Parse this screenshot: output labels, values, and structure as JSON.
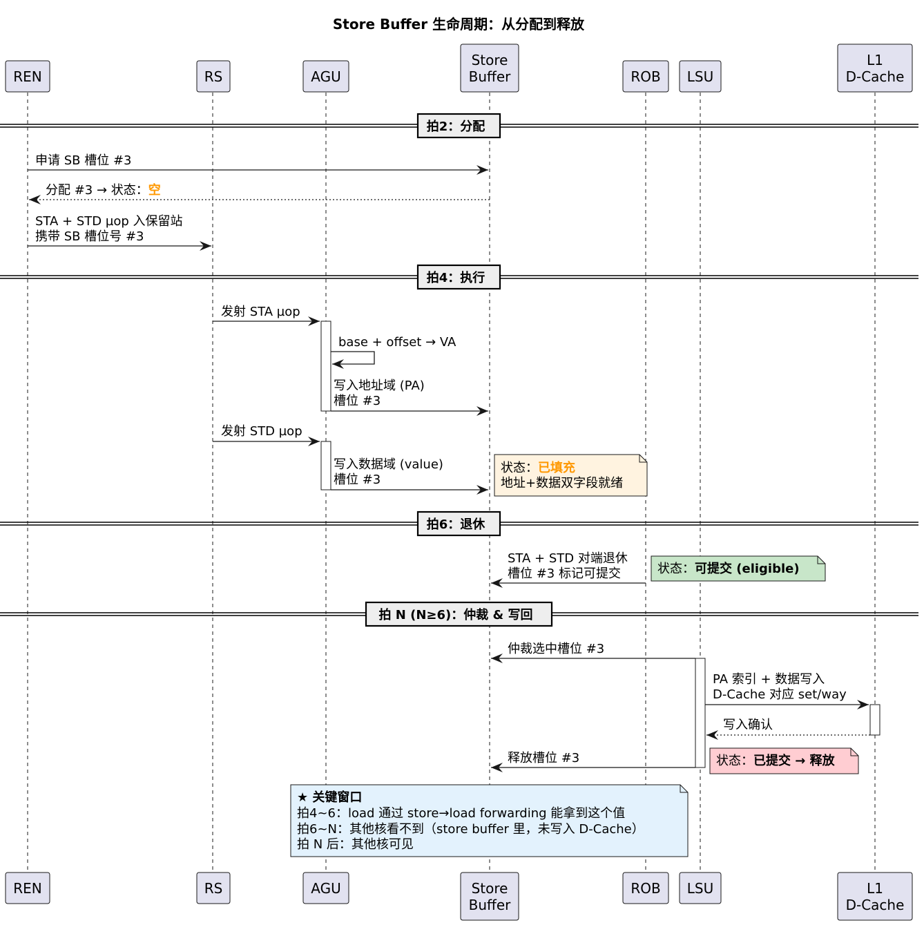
{
  "diagram": {
    "title": "Store Buffer 生命周期：从分配到释放",
    "participants": [
      {
        "id": "ren",
        "label_lines": [
          "REN"
        ]
      },
      {
        "id": "rs",
        "label_lines": [
          "RS"
        ]
      },
      {
        "id": "agu",
        "label_lines": [
          "AGU"
        ]
      },
      {
        "id": "sb",
        "label_lines": [
          "Store",
          "Buffer"
        ]
      },
      {
        "id": "rob",
        "label_lines": [
          "ROB"
        ]
      },
      {
        "id": "lsu",
        "label_lines": [
          "LSU"
        ]
      },
      {
        "id": "l1",
        "label_lines": [
          "L1",
          "D-Cache"
        ]
      }
    ],
    "dividers": [
      {
        "label": "拍2：分配"
      },
      {
        "label": "拍4：执行"
      },
      {
        "label": "拍6：退休"
      },
      {
        "label": "拍 N (N≥6)：仲裁 & 写回"
      }
    ],
    "messages": [
      {
        "from": "ren",
        "to": "sb",
        "style": "solid",
        "text_lines": [
          "申请 SB 槽位 #3"
        ]
      },
      {
        "from": "sb",
        "to": "ren",
        "style": "dotted",
        "text_prefix": "分配 #3 → 状态：",
        "text_highlight": "空",
        "highlight_color": "#FF9800"
      },
      {
        "from": "ren",
        "to": "rs",
        "style": "solid",
        "text_lines": [
          "STA + STD µop 入保留站",
          "携带 SB 槽位号 #3"
        ]
      },
      {
        "from": "rs",
        "to": "agu",
        "style": "solid",
        "text_lines": [
          "发射 STA µop"
        ]
      },
      {
        "from": "agu",
        "to": "agu",
        "style": "self",
        "text_lines": [
          "base + offset → VA"
        ]
      },
      {
        "from": "agu",
        "to": "sb",
        "style": "solid",
        "text_lines": [
          "写入地址域 (PA)",
          "槽位 #3"
        ]
      },
      {
        "from": "rs",
        "to": "agu",
        "style": "solid",
        "text_lines": [
          "发射 STD µop"
        ]
      },
      {
        "from": "agu",
        "to": "sb",
        "style": "solid",
        "text_lines": [
          "写入数据域 (value)",
          "槽位 #3"
        ]
      },
      {
        "from": "rob",
        "to": "sb",
        "style": "solid",
        "text_lines": [
          "STA + STD 对端退休",
          "槽位 #3 标记可提交"
        ]
      },
      {
        "from": "lsu",
        "to": "sb",
        "style": "solid",
        "text_lines": [
          "仲裁选中槽位 #3"
        ]
      },
      {
        "from": "lsu",
        "to": "l1",
        "style": "solid",
        "text_lines": [
          "PA 索引 + 数据写入",
          "D-Cache 对应 set/way"
        ]
      },
      {
        "from": "l1",
        "to": "lsu",
        "style": "dotted",
        "text_lines": [
          "写入确认"
        ]
      },
      {
        "from": "lsu",
        "to": "sb",
        "style": "solid",
        "text_lines": [
          "释放槽位 #3"
        ]
      }
    ],
    "notes": [
      {
        "id": "filled",
        "fill": "#FFF3E0",
        "line1_prefix": "状态：",
        "line1_highlight": "已填充",
        "highlight_color": "#FF9800",
        "line2": "地址+数据双字段就绪"
      },
      {
        "id": "eligible",
        "fill": "#C8E6C9",
        "prefix": "状态：",
        "bold": "可提交 (eligible)"
      },
      {
        "id": "released",
        "fill": "#FFCDD2",
        "prefix": "状态：",
        "bold": "已提交 → 释放"
      },
      {
        "id": "window",
        "fill": "#E3F2FD",
        "heading": "★ 关键窗口",
        "lines": [
          "拍4~6：load 通过 store→load forwarding 能拿到这个值",
          "拍6~N：其他核看不到（store buffer 里，未写入 D-Cache）",
          "拍 N 后：其他核可见"
        ]
      }
    ]
  }
}
